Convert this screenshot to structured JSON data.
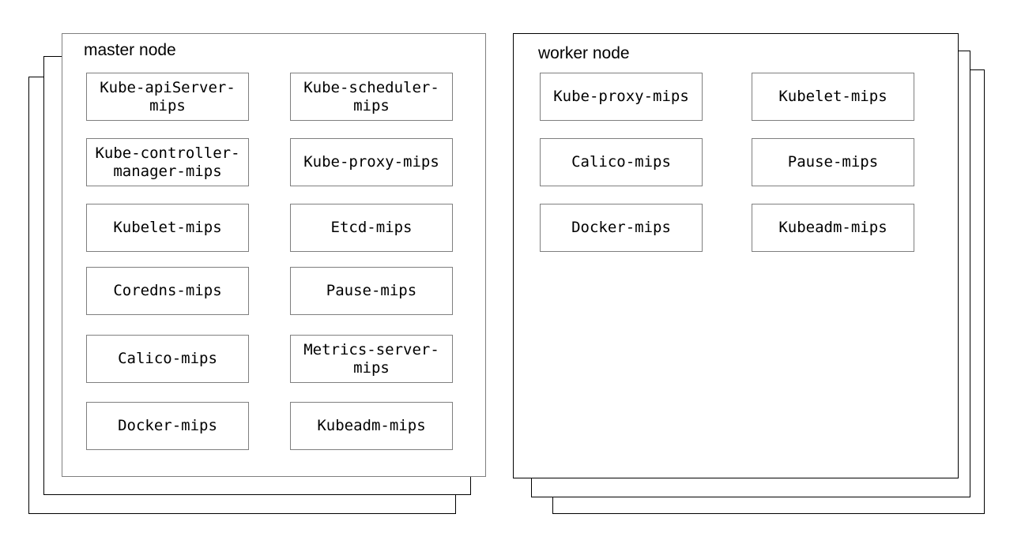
{
  "diagram": {
    "master": {
      "title": "master node",
      "boxes": [
        "Kube-apiServer-mips",
        "Kube-scheduler-mips",
        "Kube-controller-manager-mips",
        "Kube-proxy-mips",
        "Kubelet-mips",
        "Etcd-mips",
        "Coredns-mips",
        "Pause-mips",
        "Calico-mips",
        "Metrics-server-mips",
        "Docker-mips",
        "Kubeadm-mips"
      ]
    },
    "worker": {
      "title": "worker node",
      "boxes": [
        "Kube-proxy-mips",
        "Kubelet-mips",
        "Calico-mips",
        "Pause-mips",
        "Docker-mips",
        "Kubeadm-mips"
      ]
    },
    "colors": {
      "background": "#ffffff",
      "master_panel_border": "#7f7f7f",
      "worker_panel_border": "#000000",
      "stack_layer_border": "#000000",
      "component_box_border": "#7f7f7f",
      "text": "#000000"
    }
  }
}
